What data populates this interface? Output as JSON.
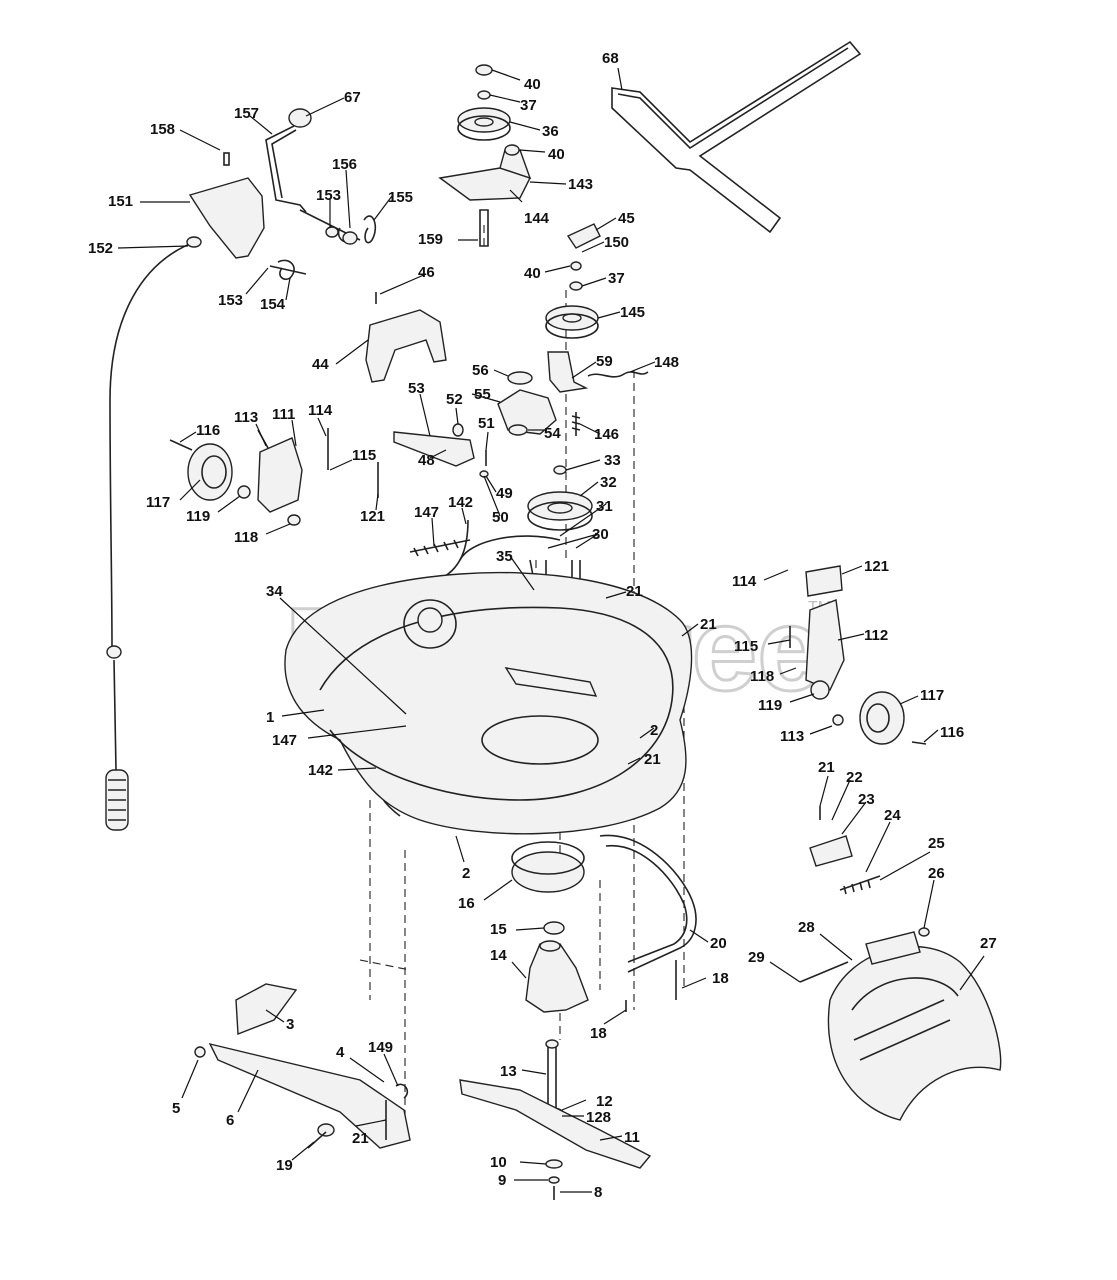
{
  "watermark": {
    "text": "PartsTree",
    "tm": "TM"
  },
  "callouts": [
    "68",
    "40",
    "37",
    "36",
    "40",
    "143",
    "144",
    "159",
    "67",
    "157",
    "158",
    "151",
    "152",
    "156",
    "153",
    "155",
    "153",
    "154",
    "45",
    "150",
    "40",
    "37",
    "145",
    "46",
    "44",
    "56",
    "55",
    "59",
    "148",
    "53",
    "52",
    "51",
    "146",
    "54",
    "48",
    "49",
    "50",
    "33",
    "32",
    "31",
    "30",
    "116",
    "113",
    "111",
    "114",
    "115",
    "117",
    "119",
    "121",
    "118",
    "147",
    "142",
    "35",
    "34",
    "21",
    "21",
    "114",
    "121",
    "112",
    "115",
    "118",
    "119",
    "117",
    "113",
    "116",
    "1",
    "147",
    "142",
    "2",
    "21",
    "2",
    "21",
    "22",
    "23",
    "24",
    "25",
    "26",
    "16",
    "15",
    "14",
    "20",
    "18",
    "18",
    "28",
    "29",
    "27",
    "3",
    "4",
    "149",
    "5",
    "6",
    "19",
    "21",
    "13",
    "12",
    "128",
    "11",
    "10",
    "9",
    "8"
  ]
}
